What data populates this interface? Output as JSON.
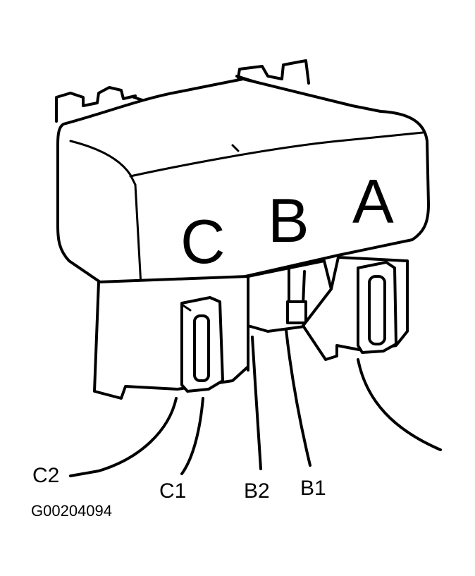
{
  "connector": {
    "cavity_labels": {
      "a": "A",
      "b": "B",
      "c": "C"
    }
  },
  "callouts": {
    "c2": "C2",
    "c1": "C1",
    "b2": "B2",
    "b1": "B1"
  },
  "figure_id": "G00204094"
}
